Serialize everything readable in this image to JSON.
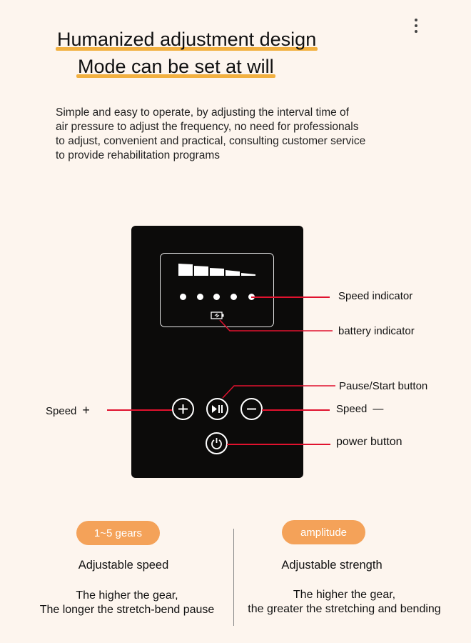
{
  "heading": {
    "line1": "Humanized adjustment design",
    "line2": "Mode can be set at will"
  },
  "description": [
    "Simple and easy to operate, by adjusting the interval time of",
    "air pressure to adjust the frequency, no need for professionals",
    "to adjust, convenient and practical, consulting customer service",
    "to provide rehabilitation programs"
  ],
  "callouts": {
    "speed_indicator": "Speed indicator",
    "battery_indicator": "battery indicator",
    "pause_start": "Pause/Start button",
    "speed_plus": "Speed",
    "speed_plus_symbol": "+",
    "speed_minus": "Speed",
    "speed_minus_symbol": "—",
    "power": "power button"
  },
  "colors": {
    "accent": "#f4a259",
    "underline": "#f2b040",
    "callout_line": "#e0122e",
    "panel": "#0c0b0a",
    "background": "#fdf5ee"
  },
  "features": [
    {
      "badge": "1~5  gears",
      "title": "Adjustable speed",
      "lines": [
        "The higher the gear,",
        "The longer the stretch-bend pause"
      ]
    },
    {
      "badge": "amplitude",
      "title": "Adjustable strength",
      "lines": [
        "The higher the gear,",
        "the greater the stretching and bending"
      ]
    }
  ],
  "icons": {
    "plus": "plus-icon",
    "play_pause": "play-pause-icon",
    "minus": "minus-icon",
    "power": "power-icon",
    "battery": "battery-icon"
  }
}
